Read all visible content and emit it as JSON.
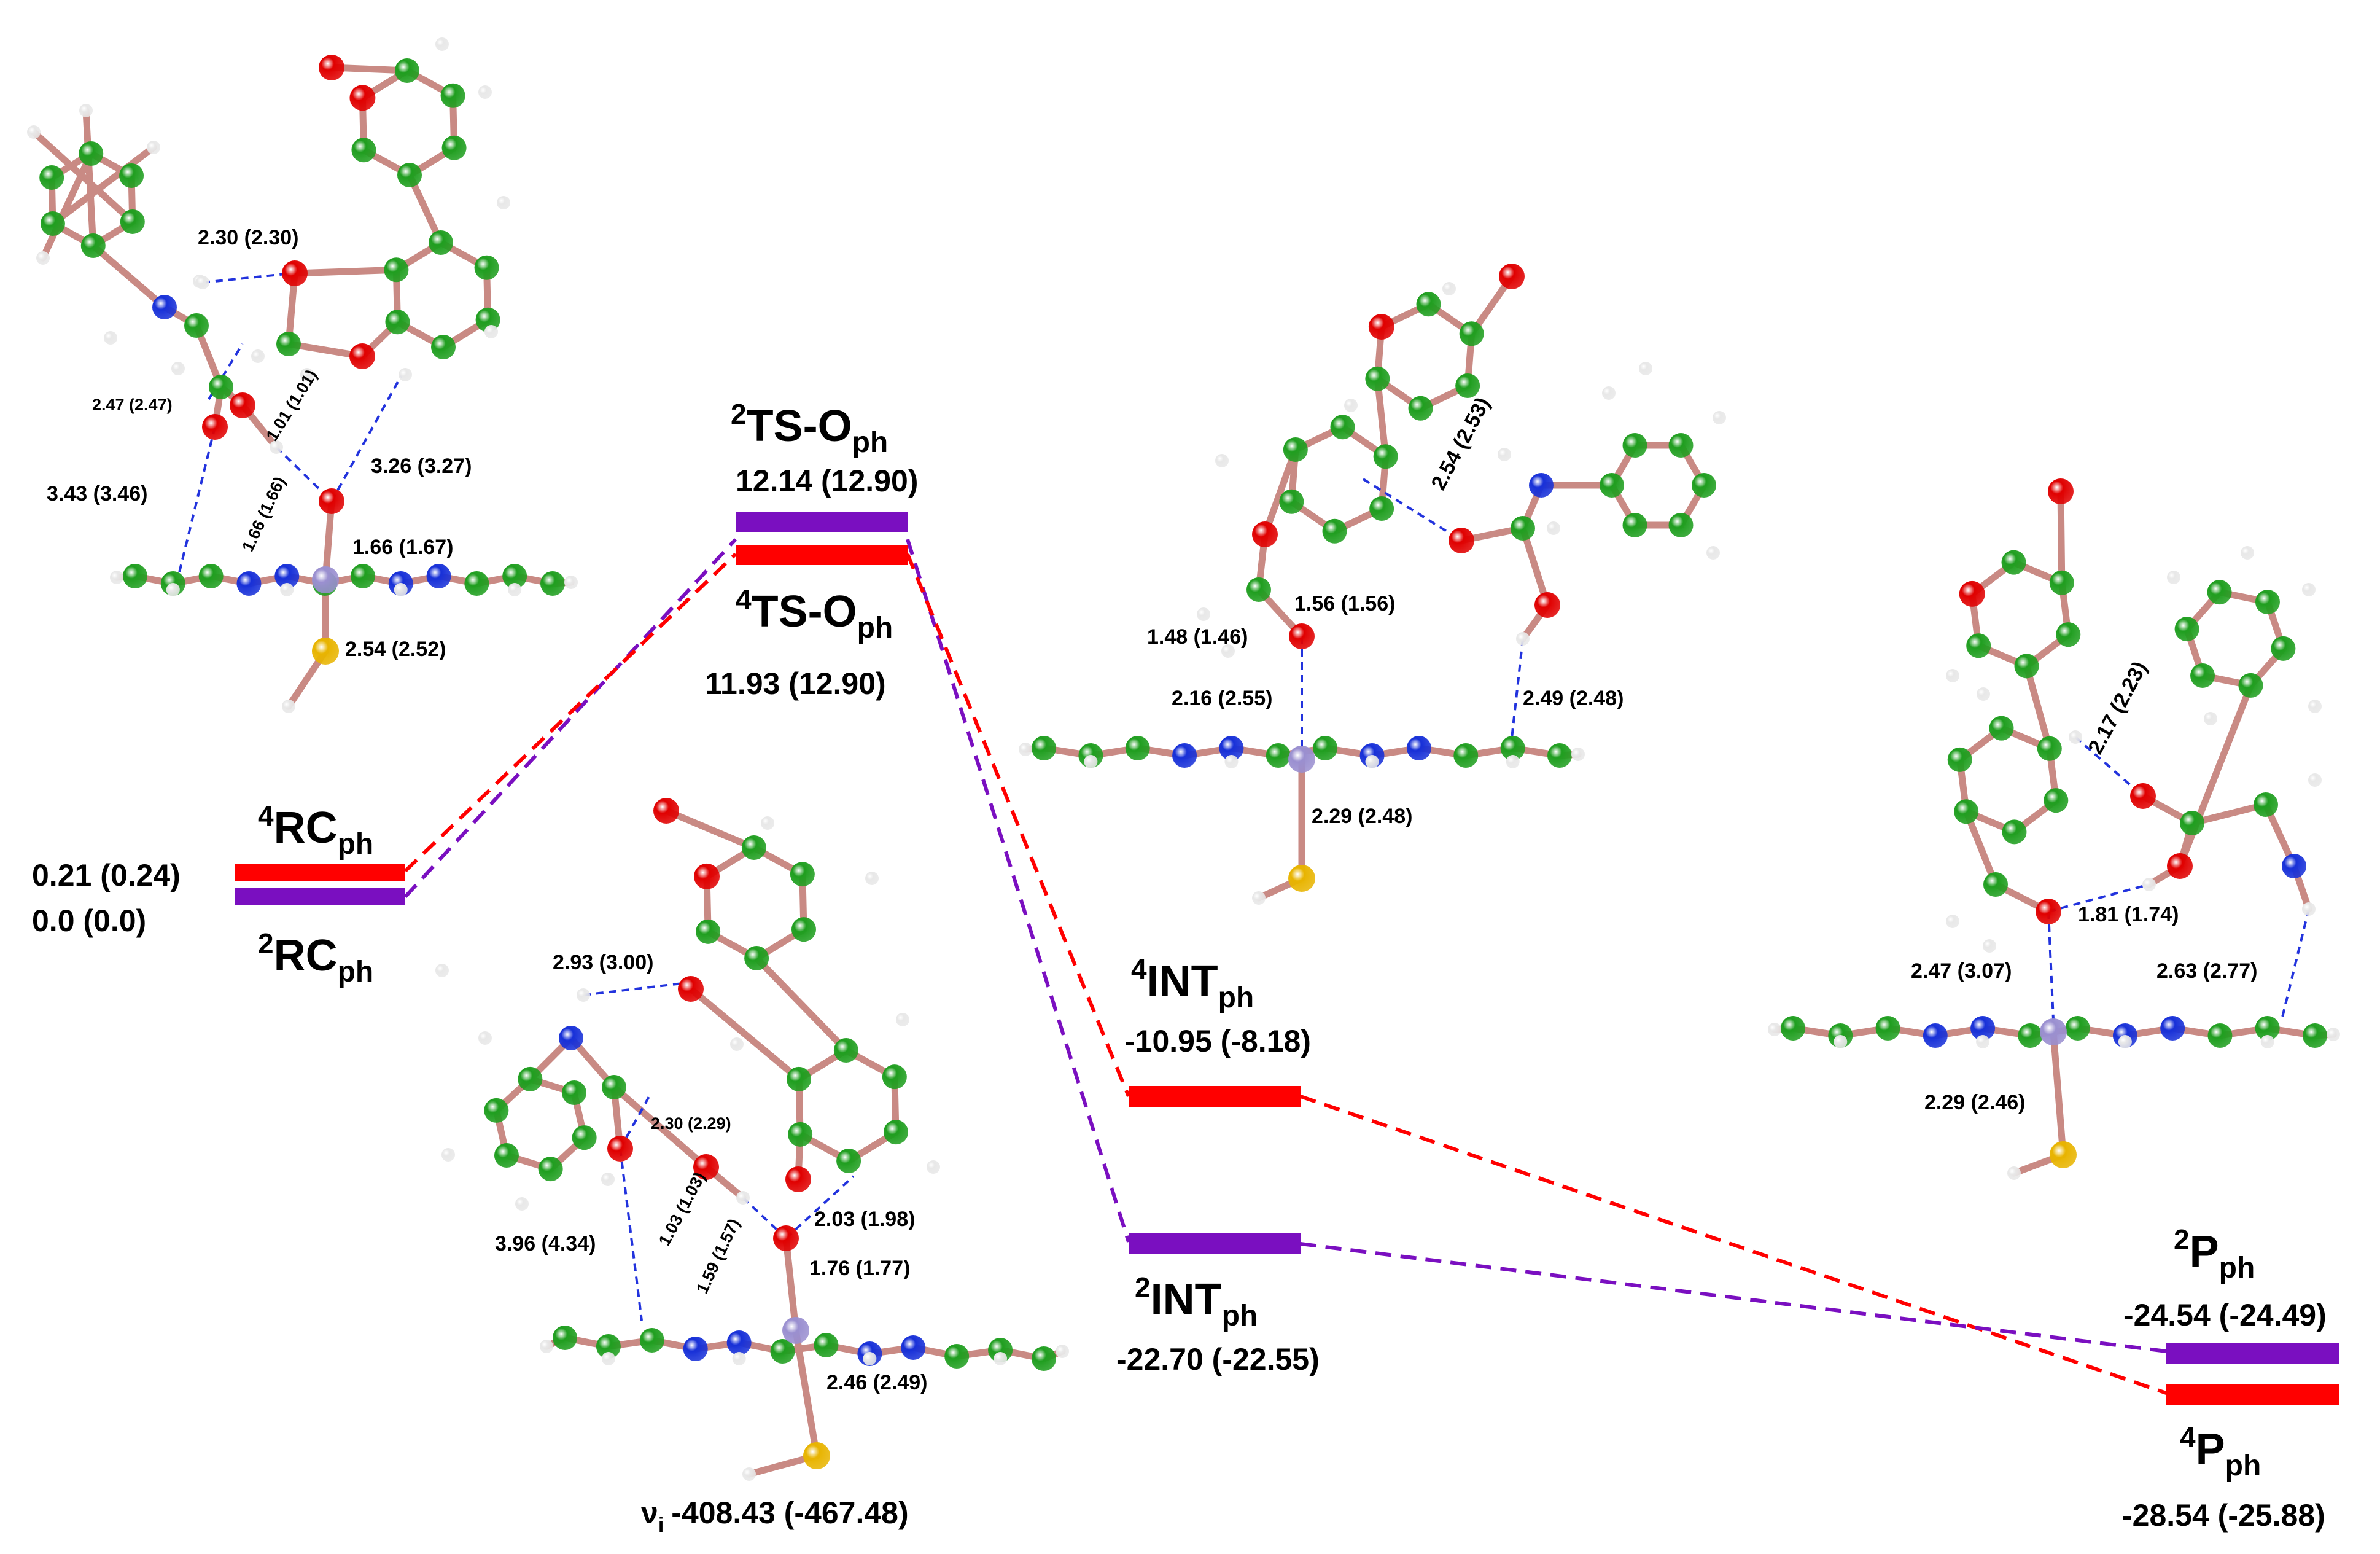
{
  "colors": {
    "quartet": "#ff0000",
    "doublet": "#7a0fc0",
    "carbon": "#1f9e1f",
    "nitrogen": "#1730d8",
    "oxygen": "#e00000",
    "hydrogen": "#e8e8e8",
    "sulfur": "#e8b400",
    "iron": "#9a8fd0",
    "hbond": "#2233dd"
  },
  "states": {
    "rc": {
      "q_label": "RC",
      "q_sup": "4",
      "q_sub": "ph",
      "d_label": "RC",
      "d_sup": "2",
      "d_sub": "ph",
      "q_energy": "0.21 (0.24)",
      "d_energy": "0.0 (0.0)"
    },
    "ts": {
      "d_label": "TS-O",
      "d_sup": "2",
      "d_sub": "ph",
      "d_energy": "12.14 (12.90)",
      "q_label": "TS-O",
      "q_sup": "4",
      "q_sub": "ph",
      "q_energy": "11.93 (12.90)"
    },
    "int": {
      "q_label": "INT",
      "q_sup": "4",
      "q_sub": "ph",
      "q_energy": "-10.95 (-8.18)",
      "d_label": "INT",
      "d_sup": "2",
      "d_sub": "ph",
      "d_energy": "-22.70 (-22.55)"
    },
    "p": {
      "d_label": "P",
      "d_sup": "2",
      "d_sub": "ph",
      "d_energy": "-24.54 (-24.49)",
      "q_label": "P",
      "q_sup": "4",
      "q_sub": "ph",
      "q_energy": "-28.54 (-25.88)"
    }
  },
  "imaginary": {
    "symbol": "ν",
    "sub": "i",
    "value": "-408.43 (-467.48)"
  },
  "geometry": {
    "rc": [
      "2.30 (2.30)",
      "2.47 (2.47)",
      "1.01 (1.01)",
      "3.26 (3.27)",
      "3.43 (3.46)",
      "1.66 (1.66)",
      "1.66 (1.67)",
      "2.54 (2.52)"
    ],
    "ts": [
      "2.93 (3.00)",
      "2.30 (2.29)",
      "3.96 (4.34)",
      "1.03 (1.03)",
      "1.59 (1.57)",
      "2.03 (1.98)",
      "1.76 (1.77)",
      "2.46 (2.49)"
    ],
    "int": [
      "2.54 (2.53)",
      "1.56 (1.56)",
      "1.48 (1.46)",
      "2.16 (2.55)",
      "2.49 (2.48)",
      "2.29 (2.48)"
    ],
    "p": [
      "2.17 (2.23)",
      "1.81 (1.74)",
      "2.47 (3.07)",
      "2.63 (2.77)",
      "2.29 (2.46)"
    ]
  }
}
